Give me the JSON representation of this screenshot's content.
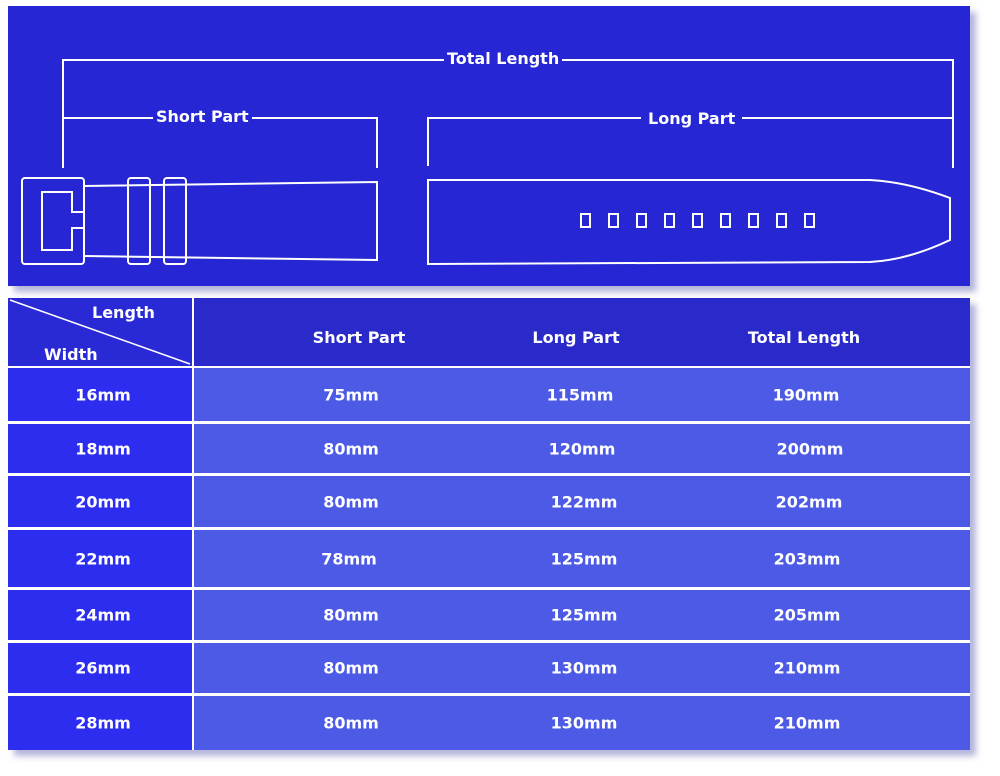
{
  "diagram": {
    "total_label": "Total Length",
    "short_label": "Short Part",
    "long_label": "Long Part"
  },
  "table": {
    "corner_top": "Length",
    "corner_bottom": "Width",
    "columns": [
      "Short Part",
      "Long Part",
      "Total Length"
    ],
    "rows": [
      {
        "width": "16mm",
        "short": "75mm",
        "long": "115mm",
        "total": "190mm"
      },
      {
        "width": "18mm",
        "short": "80mm",
        "long": "120mm",
        "total": "200mm"
      },
      {
        "width": "20mm",
        "short": "80mm",
        "long": "122mm",
        "total": "202mm"
      },
      {
        "width": "22mm",
        "short": "78mm",
        "long": "125mm",
        "total": "203mm"
      },
      {
        "width": "24mm",
        "short": "80mm",
        "long": "125mm",
        "total": "205mm"
      },
      {
        "width": "26mm",
        "short": "80mm",
        "long": "130mm",
        "total": "210mm"
      },
      {
        "width": "28mm",
        "short": "80mm",
        "long": "130mm",
        "total": "210mm"
      }
    ]
  }
}
